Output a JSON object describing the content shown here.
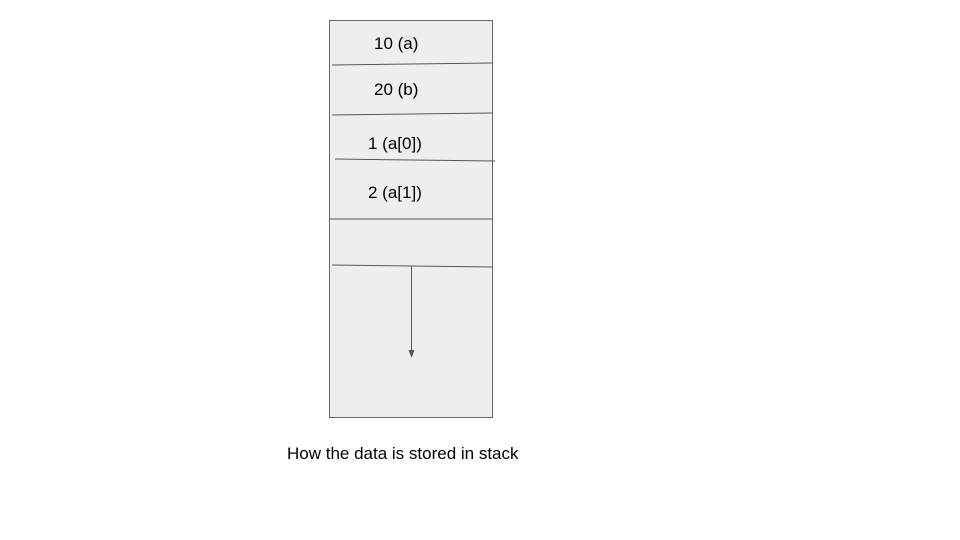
{
  "stack": {
    "cells": [
      {
        "label": "10 (a)"
      },
      {
        "label": "20 (b)"
      },
      {
        "label": "1 (a[0])"
      },
      {
        "label": "2 (a[1])"
      },
      {
        "label": ""
      }
    ],
    "growth_direction": "down"
  },
  "caption": "How the data is stored in stack",
  "colors": {
    "box_fill": "#eeeeee",
    "box_border": "#666666",
    "divider": "#555555",
    "arrow": "#555555",
    "text": "#000000"
  }
}
